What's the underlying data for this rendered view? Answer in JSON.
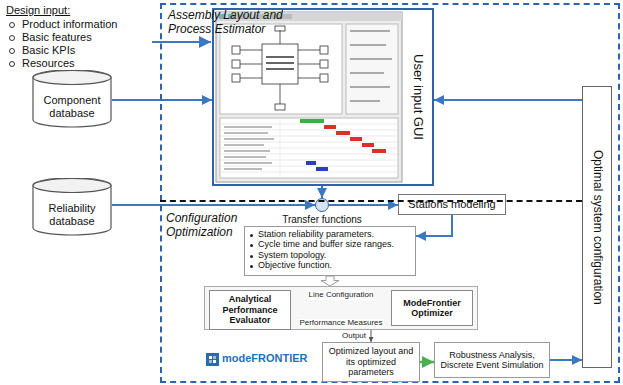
{
  "diagram": {
    "nodes": [
      {
        "text": [
          "Component database"
        ]
      },
      {
        "text": [
          "Reliability database"
        ]
      },
      {
        "text": [
          "Assembly Layout and Process Estimator"
        ]
      },
      {
        "text": [
          "User input GUI"
        ],
        "in": 2
      },
      {
        "text": [
          "Transfer functions"
        ],
        "in": 2
      },
      {
        "text": [
          "Stations modeling"
        ],
        "in": 2
      },
      {
        "text": [
          "Optimal system configuration"
        ],
        "in": 2
      },
      {
        "text": [
          "Configuration Optimization"
        ],
        "in": 2
      },
      {
        "text": [
          "Station reliability parameters.",
          "Cycle time and buffer size ranges.",
          "System topology.",
          "Objective function."
        ],
        "in": 7
      },
      {
        "text": [],
        "in": 7
      },
      {
        "text": [
          "Analytical Performance Evaluator"
        ],
        "in": 9
      },
      {
        "text": [
          "ModeFrontier Optimizer"
        ],
        "in": 9
      },
      {
        "text": [
          "Optimized layout and its optimized parameters"
        ],
        "in": 7
      },
      {
        "text": [
          "Robustness Analysis, Discrete Event Simulation"
        ],
        "in": 7
      }
    ],
    "edges": [
      {
        "from": 0,
        "to": 3,
        "arrow": "to"
      },
      {
        "from": 1,
        "to": 4,
        "arrow": "to"
      },
      {
        "from": 3,
        "to": 4,
        "arrow": "to"
      },
      {
        "from": 4,
        "to": 5,
        "arrow": "to"
      },
      {
        "from": 5,
        "to": 8,
        "arrow": "to"
      },
      {
        "from": 8,
        "to": 9,
        "arrow": "to"
      },
      {
        "from": 10,
        "to": 11,
        "label": "Line Configuration",
        "arrow": "to"
      },
      {
        "from": 11,
        "to": 10,
        "label": "Performance Measures",
        "arrow": "to"
      },
      {
        "from": 9,
        "to": 12,
        "label": "Output",
        "arrow": "to"
      },
      {
        "from": 12,
        "to": 13,
        "arrow": "to"
      },
      {
        "from": 13,
        "to": 6,
        "arrow": "to"
      },
      {
        "from": 6,
        "to": 3,
        "arrow": "to"
      }
    ],
    "labels": [
      "Design input:",
      "Product information",
      "Basic features",
      "Basic KPIs",
      "Resources",
      "modeFRONTIER"
    ]
  }
}
